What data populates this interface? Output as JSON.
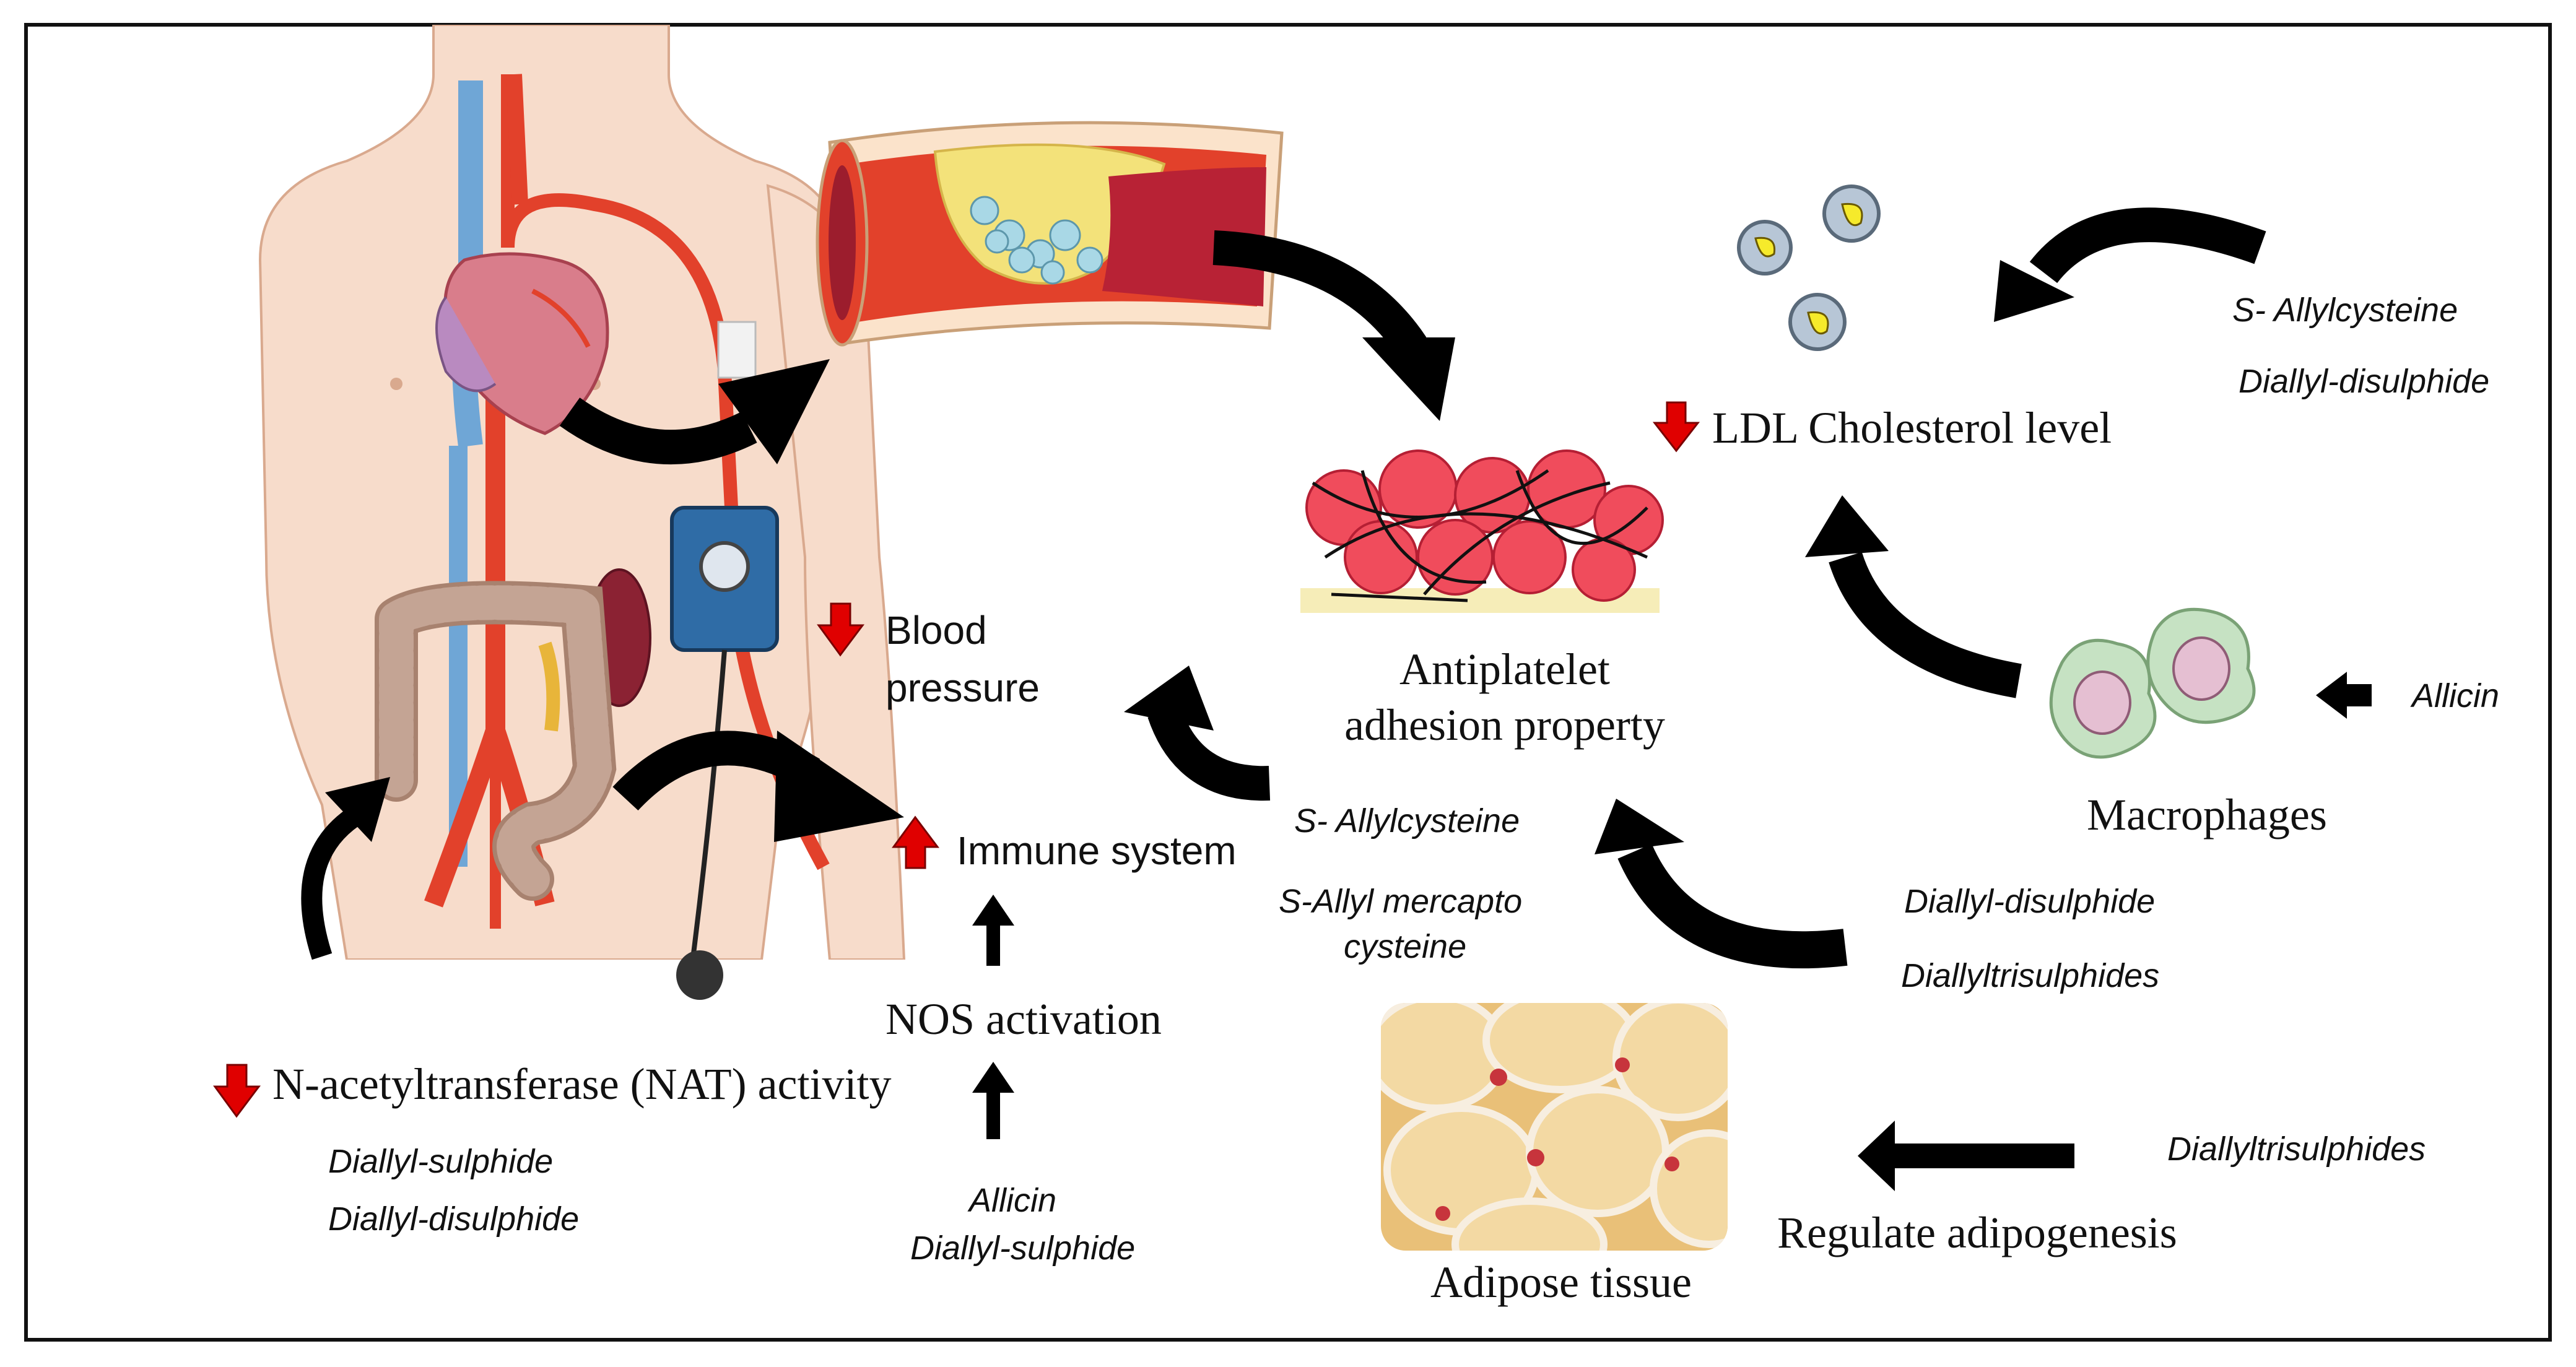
{
  "colors": {
    "frame": "#111111",
    "arrow": "#000000",
    "indicator": "#e00000",
    "artery": "#e2412b",
    "vein": "#6fa6d6",
    "skin": "#f7dccb",
    "plaque": "#f3e27a",
    "platelet": "#f04c5c",
    "adipose": "#e9c078"
  },
  "icons": {
    "down_indicator": "red-down-arrow-icon",
    "up_indicator": "red-up-arrow-icon"
  },
  "labels": {
    "blood_pressure_1": "Blood",
    "blood_pressure_2": "pressure",
    "immune_system": "Immune system",
    "nos_activation": "NOS activation",
    "nat_activity": "N-acetyltransferase (NAT) activity",
    "antiplatelet_1": "Antiplatelet",
    "antiplatelet_2": "adhesion property",
    "ldl": "LDL Cholesterol level",
    "macrophages": "Macrophages",
    "adipose_tissue": "Adipose tissue",
    "regulate_adipogenesis": "Regulate adipogenesis"
  },
  "compounds": {
    "nat_1": "Diallyl-sulphide",
    "nat_2": "Diallyl-disulphide",
    "nos_1": "Allicin",
    "nos_2": "Diallyl-sulphide",
    "bp_1": "S- Allylcysteine",
    "bp_2": "S-Allyl mercapto",
    "bp_3": "cysteine",
    "platelet_1": "Diallyl-disulphide",
    "platelet_2": "Diallyltrisulphides",
    "ldl_1": "S- Allylcysteine",
    "ldl_2": "Diallyl-disulphide",
    "macrophage": "Allicin",
    "adipose": "Diallyltrisulphides"
  }
}
